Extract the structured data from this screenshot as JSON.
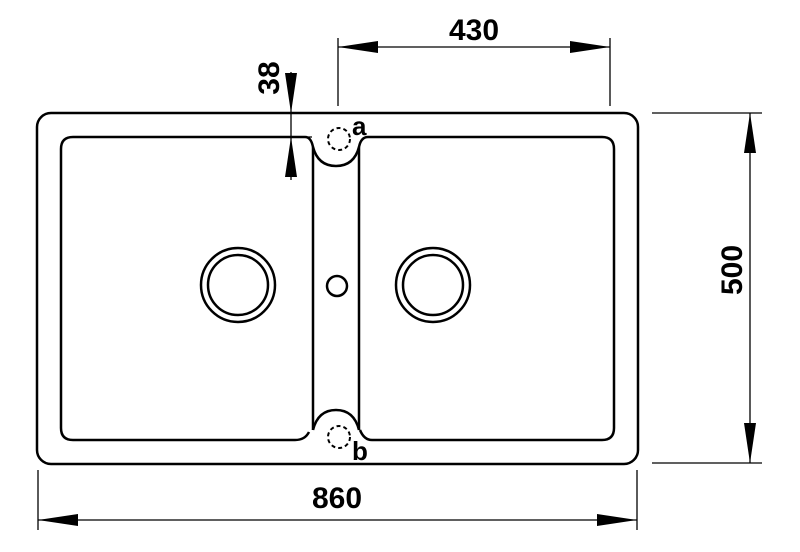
{
  "dimensions": {
    "overall_width": "860",
    "overall_depth": "500",
    "bowl_offset": "430",
    "rim_offset": "38"
  },
  "labels": {
    "point_a": "a",
    "point_b": "b"
  }
}
